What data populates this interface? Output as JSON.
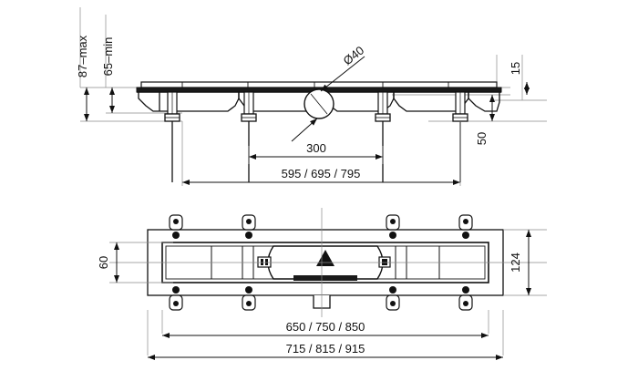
{
  "drawing": {
    "type": "technical-drawing",
    "subject": "linear shower drain channel",
    "views": [
      {
        "name": "side-elevation",
        "position": "top"
      },
      {
        "name": "plan-view",
        "position": "bottom"
      }
    ]
  },
  "chart_data": {
    "type": "table",
    "title": "",
    "categories": [
      "87-max",
      "65-min",
      "15",
      "50",
      "Ø40",
      "300",
      "595 / 695 / 795",
      "60",
      "124",
      "650 / 750 / 850",
      "715 / 815 / 915"
    ],
    "values": [
      87,
      65,
      15,
      50,
      40,
      300,
      595,
      60,
      124,
      650,
      715
    ]
  },
  "side_view": {
    "dim_height_max": "87–max",
    "dim_height_min": "65–min",
    "dim_outlet_diameter": "Ø40",
    "dim_leg_spacing": "300",
    "dim_body_length": "595 / 695 / 795",
    "dim_flange_thickness": "15",
    "dim_body_depth": "50"
  },
  "plan_view": {
    "dim_channel_width": "60",
    "dim_overall_width": "124",
    "dim_body_length": "650 / 750 / 850",
    "dim_overall_length": "715 / 815 / 915"
  }
}
